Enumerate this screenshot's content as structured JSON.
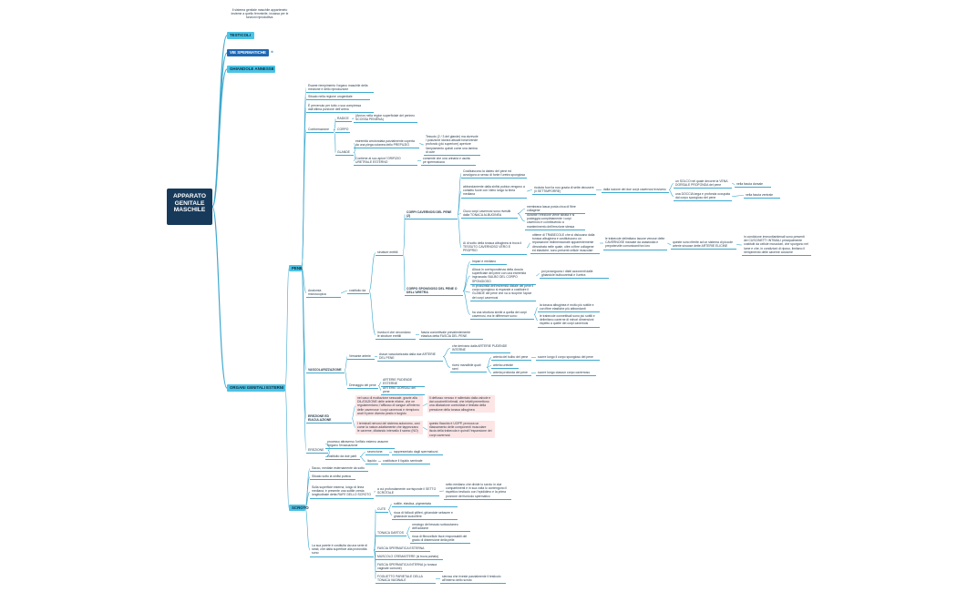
{
  "root": {
    "title": "APPARATO GENITALE MASCHILE"
  },
  "intro": {
    "text": "Il sistema genitale maschile apparteneto insieme a quello femminile, incassa per le funzioni riproduttiva."
  },
  "top_branches": [
    {
      "label": "TESTICOLI"
    },
    {
      "label": "VIE SPERMATICHE",
      "tag": "⊕"
    },
    {
      "label": "GHIANDOLE ANNESSE"
    }
  ],
  "external": {
    "label": "ORGANI GENITALI ESTERNI"
  },
  "pene": {
    "label": "PENE",
    "intro": [
      "Esame riempimento l'organo maschile della minzione e dello riproduzione",
      "Situato nella regione urogenitale",
      "È pervenuto per tutto o sua compiessa dall'ultima porzione dell'uretra"
    ],
    "conformazione": {
      "label": "Conformazione",
      "radice": {
        "label": "RADICE",
        "text": "(Annos nella region superficiale del perineo SCOSSA PENIENA)"
      },
      "corpo": {
        "label": "CORPO"
      },
      "glande": {
        "label": "GLANDE",
        "t1": "estremità arrotondata parzialmente coperta da una piega cutanea dello PREPUZIO",
        "t1b": "Tessuto (2 / 3 del glande) ma durevole / posizione idonea attuale forse/vende profondo (più superiore) aperture l'ampiamento quindi come una lamina di cute",
        "t2": "Contiene al suo apice l'ORIFIZIO URETRALE ESTERNO",
        "t2b": "consente che una urinaria e uscita pe spermatozoo"
      }
    },
    "anatomia": {
      "label": "Anatomia microscopica",
      "costituito": "costituito da",
      "strutture": "strutture erettili",
      "cavernosi": {
        "label": "CORPI CAVERNOSI DEL PENE (2)",
        "b1": "Costituiscono la dabeo del pene ed avvolgono a senso di fonte l'uretra spongiosa",
        "b2": "abbondamente dalla sinfisi pubica vengono a contatto fuore con l'altro lungo la linea mediana",
        "b2a": "ricoluta fuori la nuo grazia di sette decusere (il SETTIMPORRE)",
        "b2b": "dalla lucione dei due corpi cavernosi troviamo",
        "b2c": "un SOLCO nel quale decorre la VENA DORSALE PROFONDA del pene",
        "b2c2": "nella fascia dorsale",
        "b2d": "una DOCCIA larga e profonda occupata dal corpo spongioso del pene",
        "b2d2": "nella fascia ventrale",
        "b3": "Ciuco corpi cavernosi sono rivestiti dalla TONACA ALBUGINEA",
        "b3a": "membrana lasua posta circa di fibre collagene",
        "b3b": "durante l'erezione viene stirata e si posteggia completamente i corpi cavernosi e contribuendo a mantenimento dell'erezione stessa",
        "b4": "Ai di sotto della tonaca albuginea si trova il TESSUTO CAVERNOSO VERO E PROPRIO",
        "b4a": "ottiene di TRABECOLE che si dislocano dalla tonaca albuginea e costituiscono un reparazione tridimensionale apparentemente dimostrata nelle quale, oltre a fibre collagene ed elastiche, sono presenti cellule muscolari",
        "b4b": "le trabecole delimitano lacune venose dette CAVERNOSE marcate da anastosita e prepotenzile comunicanti tra loro",
        "b4c": "queste sono riferite ad un sistema di piccole arterie sinuose dette ARTERIE ELICINE",
        "b4d": "in condizione immunitaridenali sono presenti dei CUSCINETTI INTIMALI principalmente costituiti da cellule muscolari, che sporgono nel lume e che, in condizioni di riposo, limitano il riempimento delle caverne cosicché"
      },
      "spongioso": {
        "label": "CORPO SPONGIOSO DEL PENE O DELL'URETRA",
        "c1": "Impari e mediano",
        "c2": "Alloca in corrispondenza della doccia superficiale del pene con una estremità ingrossata: BULBO DEL CORPO SPONGIOSO",
        "c2a": "poi proseguono i distti azzonenti dalle ghiandole bulbouretrali e l'uretra",
        "c3": "In prossimità dell'estremità distale del pene il corpo spongioso si espande a costituire il GLANDE del pene che va a ricoprire l'apice dei corpi cavernosi",
        "c4": "ha una struttura simile a quella dei corpi cavernosi, ma le differenze sono:",
        "c4a": "la tonaca albuginea è molto più sottile e con fibre elastiche più abbondanti",
        "c4b": "le trabecole connettivali sono più sottili e delimitano caverne di minori dimensioni rispetto a quelle dei corpi cavernosi"
      },
      "involucri": "Involucri che circondano le strutture erettili",
      "involucri_a": "fascia connettivale prevalentemente elastica detta FASCIA DEL PENE"
    },
    "vascolarizzazione": {
      "label": "VASCOLARIZZAZIONE",
      "v1": "Versante arterie",
      "v1a": "Assun vascolarizzata dalla due ARTERIE DEL PENE",
      "v1b": "che derivano dalla ARTERIE PUDENDE INTERNE",
      "v1c": "ricevi mandibile quali rami",
      "v1c1": "arteria del bulbo del pene",
      "v1c1a": "scorre lungo il corpo spongioso del pene",
      "v1c2": "arteria uretrale",
      "v1c3": "arteria profonda del pene",
      "v1c3a": "scorre lungo ciascun corpo cavernoso",
      "v2": "Drenaggio del pene",
      "v2a": "ARTERIE PUDENDE ESTERNE",
      "v2b": "ARTERIE DORSALI del pene"
    },
    "erezione": {
      "label": "EREZIONE ED EIACULAZIONE",
      "e1": "nel caso di eccitazione sessuale, grazie alla DILATAZIONE delle arterie elicine, che ne regolamentano; l'afflusso di sangue all'interno delle cavernose i corpi cavernosi e riempiono anch'il pene diventa pesilo e turgido",
      "e1a": "Il deflusso venoso è rallentato dalla valvole e dai cuscinetti intimali, che infatti permettono una dilatazione controllata e limitata della pressione della tonaca albuginea",
      "e2": "I terminali nervosi del sistema autonomo, così come la natura adattamente che tappezzano le caverne, dilatando intervallo il sanno (NO)",
      "e2a": "questo flaccido è UOPP, provoca un rilassamento delle componenti muscolare liscia della trabecola e quindi l'espansione dei corpi cavernosi"
    },
    "erezione2": {
      "label": "EREZIONE",
      "r1": "processo attraverso l'orifizio esterno assume l'organo l'evacuazione",
      "r2": "costituito da due parti",
      "r2a": "secrezione:",
      "r2a2": "rappresentato dagli spermatozoi",
      "r2b": "liquido:",
      "r2b2": "costituisce il liquido seminale"
    }
  },
  "scroto": {
    "label": "SCROTO",
    "s1": "Sacco, mediale esternamente da sotto",
    "s2": "Situato sotto la sinfisi pubica",
    "s3": "Sulla superficie esterna, lungo di linea mediana, è presente una sottile cresta longitudinale detta RAFE DELLO SCROTO",
    "s3a": "a cui profondamente corrisponde il SETTO SCROTALE",
    "s3b": "setto mediano che divide lo scroto in due compartimenti e in sua volta lo contengono il rispettivo testicolo con l'epididimo e la prima porzione del funicolo spermatico",
    "s4": "La sua parete è costituita da una serie di strati, che dalla superficie alla profondità sono:",
    "cute": "CUTE",
    "cute1": "sottile, elastica, pigmentata",
    "cute2": "ricca di follicoli piliferi, ghiandole sebacee e ghiandole sudorifere",
    "dartos": "TONACA DARTOS",
    "dartos1": "omologo del tessuto sottocutaneo dell'addome",
    "dartos2": "ricca di fibrocellule lisce responsabili del grado di distensione della pelle",
    "l3": "FASCIA SPERMATICA ESTERNA",
    "l4": "MUSCOLO CREMASTERE (si trova portato)",
    "l5": "FASCIA SPERMATICA INTERNA (o tonaca vaginale comune)",
    "l6": "FOGLIETTO PARIETALE DELLA TONACA VAGINALE",
    "l6a": "sierosa che riveste parzialmente il testicolo all'interno dello scroto"
  },
  "colors": {
    "root": "#173a5a",
    "light": "#4cc3e6",
    "dark": "#1f68b3",
    "line": "#3fa9cf",
    "box": "#dff0f8",
    "pink": "#fde5e5"
  }
}
